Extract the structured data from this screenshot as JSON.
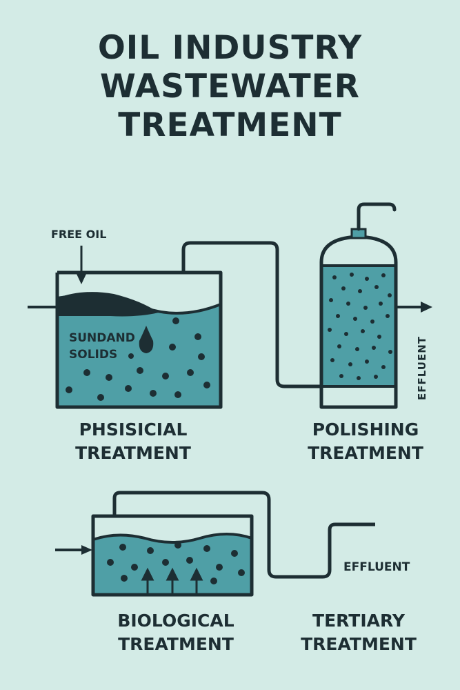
{
  "title": {
    "line1": "OIL INDUSTRY",
    "line2": "WASTEWATER",
    "line3": "TREATMENT"
  },
  "colors": {
    "background": "#d3ebe6",
    "water": "#4f9fa6",
    "ink": "#1d2e33"
  },
  "labels": {
    "free_oil": "FREE OIL",
    "sand_solids_1": "SUNDAND",
    "sand_solids_2": "SOLIDS",
    "effluent_right": "EFFLUENT",
    "effluent_bottom": "EFFLUENT"
  },
  "stages": {
    "physical": {
      "line1": "PHSISICIAL",
      "line2": "TREATMENT"
    },
    "polishing": {
      "line1": "POLISHING",
      "line2": "TREATMENT"
    },
    "biological": {
      "line1": "BIOLOGICAL",
      "line2": "TREATMENT"
    },
    "tertiary": {
      "line1": "TERTIARY",
      "line2": "TREATMENT"
    }
  }
}
